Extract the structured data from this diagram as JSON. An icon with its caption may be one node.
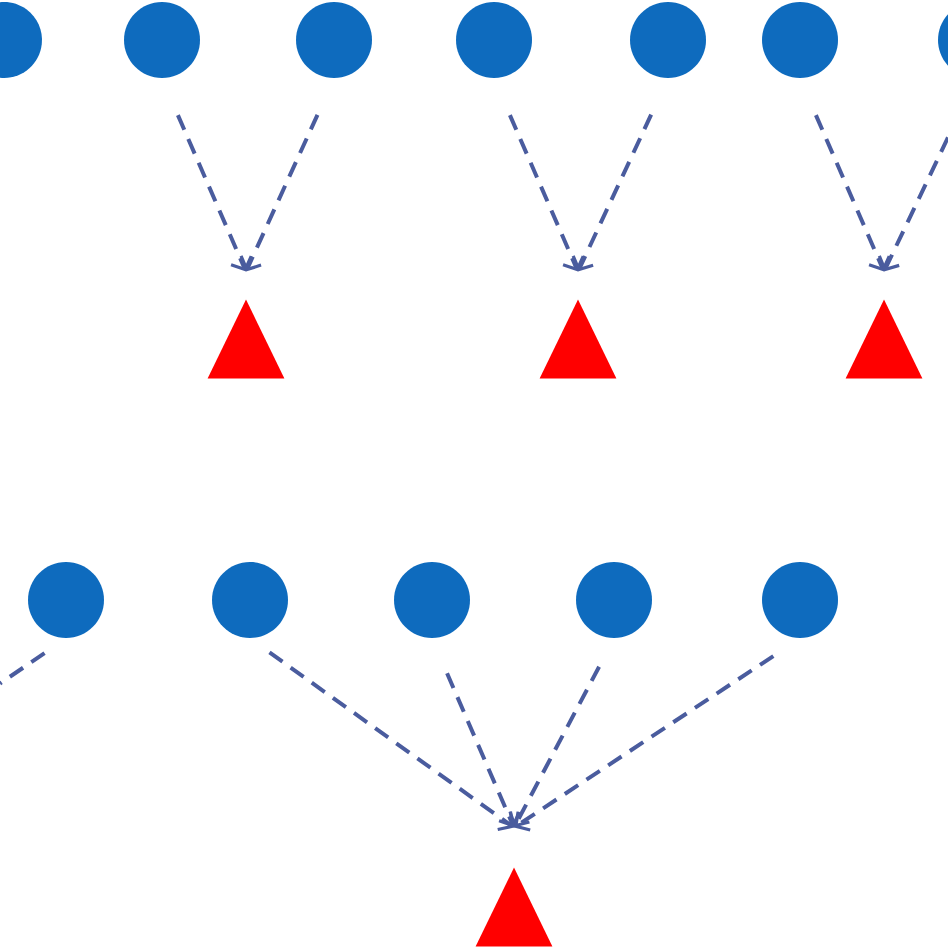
{
  "diagram": {
    "nodes": [
      {
        "text": [],
        "shape": "circle"
      },
      {
        "text": [],
        "shape": "circle"
      },
      {
        "text": [],
        "shape": "circle"
      },
      {
        "text": [],
        "shape": "circle"
      },
      {
        "text": [],
        "shape": "circle"
      },
      {
        "text": [],
        "shape": "circle"
      },
      {
        "text": [],
        "shape": "circle"
      },
      {
        "text": [],
        "shape": "triangle"
      },
      {
        "text": [],
        "shape": "triangle"
      },
      {
        "text": [],
        "shape": "triangle"
      },
      {
        "text": [],
        "shape": "circle"
      },
      {
        "text": [],
        "shape": "circle"
      },
      {
        "text": [],
        "shape": "circle"
      },
      {
        "text": [],
        "shape": "circle"
      },
      {
        "text": [],
        "shape": "circle"
      },
      {
        "text": [],
        "shape": "triangle"
      }
    ],
    "edges": [
      {
        "from": 1,
        "to": 7,
        "arrow": "to",
        "style": "dashed"
      },
      {
        "from": 2,
        "to": 7,
        "arrow": "to",
        "style": "dashed"
      },
      {
        "from": 3,
        "to": 8,
        "arrow": "to",
        "style": "dashed"
      },
      {
        "from": 4,
        "to": 8,
        "arrow": "to",
        "style": "dashed"
      },
      {
        "from": 5,
        "to": 9,
        "arrow": "to",
        "style": "dashed"
      },
      {
        "from": 6,
        "to": 9,
        "arrow": "to",
        "style": "dashed"
      },
      {
        "from": 10,
        "to": null,
        "arrow": "none",
        "style": "dashed"
      },
      {
        "from": 11,
        "to": 15,
        "arrow": "to",
        "style": "dashed"
      },
      {
        "from": 12,
        "to": 15,
        "arrow": "to",
        "style": "dashed"
      },
      {
        "from": 13,
        "to": 15,
        "arrow": "to",
        "style": "dashed"
      },
      {
        "from": 14,
        "to": 15,
        "arrow": "to",
        "style": "dashed"
      }
    ]
  }
}
